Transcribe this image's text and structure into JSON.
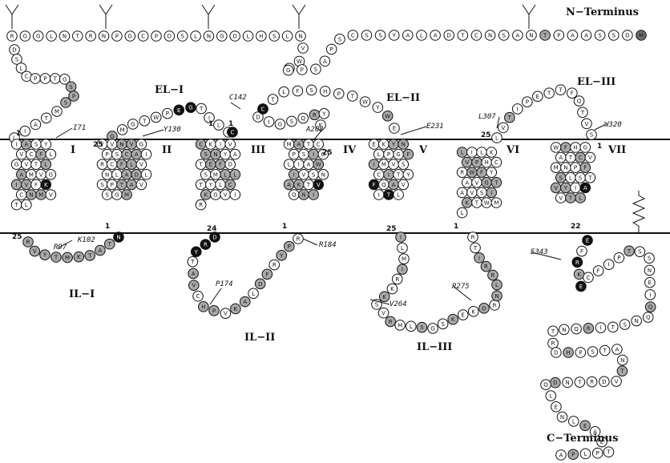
{
  "colors": {
    "white": "#ffffff",
    "gray": "#a9a9a9",
    "black": "#111111",
    "dark": "#6e6e6e"
  },
  "labels": {
    "n_terminus": "N−Terminus",
    "c_terminus": "C−Terminus",
    "el1": "EL−I",
    "el2": "EL−II",
    "el3": "EL−III",
    "il1": "IL−I",
    "il2": "IL−II",
    "il3": "IL−III",
    "tm": [
      "I",
      "II",
      "III",
      "IV",
      "V",
      "VI",
      "VII"
    ]
  },
  "annotations": [
    "I71",
    "Y130",
    "C142",
    "A208",
    "E231",
    "L307",
    "W320",
    "R97",
    "K102",
    "P174",
    "R184",
    "V264",
    "R275",
    "E343"
  ],
  "helix_numbers": [
    "1",
    "25",
    "25",
    "1",
    "1",
    "24",
    "1",
    "25",
    "25",
    "1",
    "25",
    "1",
    "1",
    "22"
  ],
  "segments": {
    "nterm_top": "RGGLNTRNPGCPDSLNGDLHSLN",
    "nterm_drop": "DSLCPPTGSP",
    "nterm_loop": "VWSGPSAPSCSSYALADTCNSANTPAASSDM",
    "tm1_link": "SMTAIL",
    "el1": "GMGTWPEGTILC",
    "el2": "CTLFSHPTWYWE",
    "el2_inner": "DIGSQRYK",
    "el3": "LVTIPETTFQTVS",
    "il1": "NTATKMTYVR",
    "il2": "DRYTAVCHPVKALDFRYPR",
    "il3": "ILMIRKKSVRMLSGSKEKDRNLRRITR",
    "cterm": "EFRKECFIPTSSNEIQQNSTIRQNTRDHPSTANTVDRTNDQLENLEAETPLPA",
    "cloop_left": "EKNFK",
    "tm_cores": [
      "IASYVCFLGVTLAMVGIVFKCNMVTL",
      "YVNVGPSCAIRCFLVNLADLSPTAVSGM",
      "CKIVSNYATEFDSMLLTYLCKGVIR",
      "MATCPSIGLIAWIVSNAKTVQNI",
      "EKYNLPGFIMVSCITYFQAVITL",
      "LILKVPHCRWFYAVGTAVSIKTWML",
      "WFHGATCVMNPFSLSTVYIAVTL"
    ]
  },
  "cys_marks": [
    "C",
    "C"
  ]
}
